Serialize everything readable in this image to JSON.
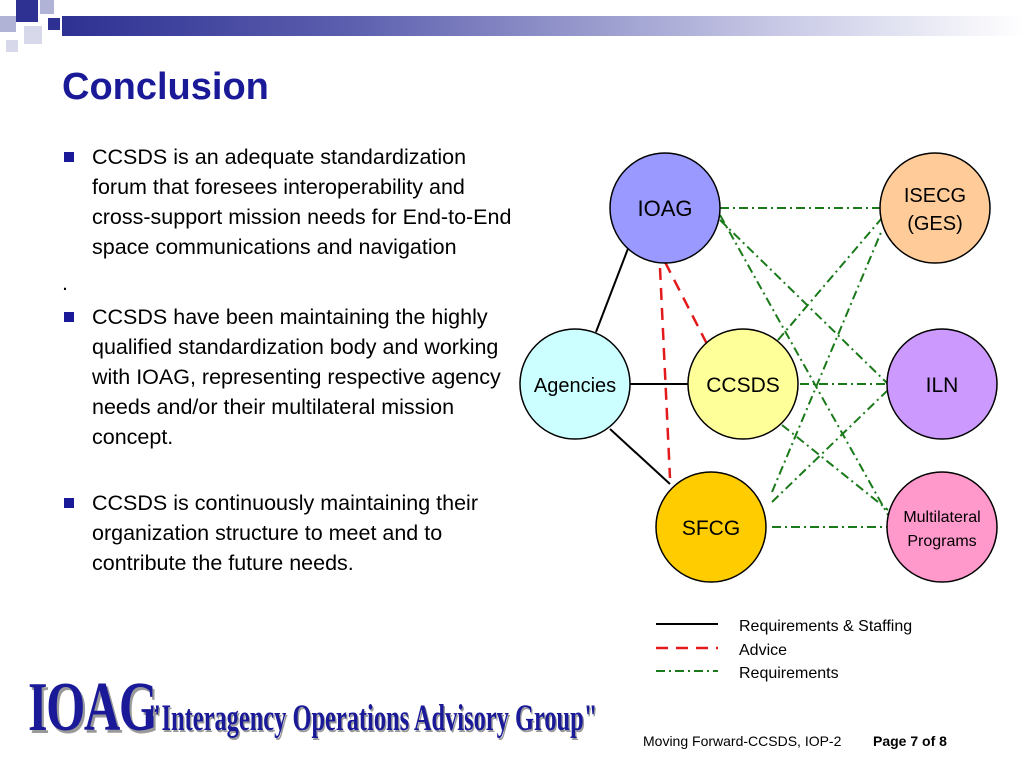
{
  "slide": {
    "title": "Conclusion",
    "bullets": [
      "CCSDS is an adequate standardization forum that foresees interoperability and cross-support mission needs for End-to-End space communications and navigation",
      "CCSDS have been maintaining the highly qualified standardization body and working with IOAG, representing respective agency needs and/or their multilateral mission concept.",
      "CCSDS is continuously maintaining their organization structure to meet and to contribute the future needs."
    ],
    "separator": "."
  },
  "diagram": {
    "nodes": {
      "ioag": "IOAG",
      "agencies": "Agencies",
      "ccsds": "CCSDS",
      "sfcg": "SFCG",
      "isecg_line1": "ISECG",
      "isecg_line2": "(GES)",
      "iln": "ILN",
      "multilateral_line1": "Multilateral",
      "multilateral_line2": "Programs"
    },
    "colors": {
      "ioag": "#9999ff",
      "agencies": "#ccffff",
      "ccsds": "#ffff99",
      "sfcg": "#ffcc00",
      "isecg": "#ffcc99",
      "iln": "#cc99ff",
      "multilateral": "#ff99cc",
      "requirements_staffing": "#000000",
      "advice": "#e31a1c",
      "requirements": "#1a7a1a"
    },
    "legend": {
      "requirements_staffing": "Requirements & Staffing",
      "advice": "Advice",
      "requirements": "Requirements"
    }
  },
  "footer": {
    "logo": "IOAG",
    "org_name": "\"Interagency Operations Advisory Group\"",
    "meeting": "Moving Forward-CCSDS, IOP-2",
    "page": "Page 7 of 8"
  }
}
